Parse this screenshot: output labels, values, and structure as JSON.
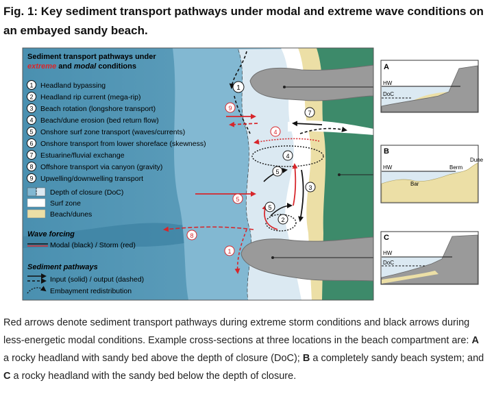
{
  "title": "Fig. 1: Key sediment transport pathways under modal and extreme wave conditions on an embayed sandy beach.",
  "legend": {
    "heading_line1": "Sediment transport pathways under",
    "heading_extreme": "extreme",
    "heading_and": " and ",
    "heading_modal": "modal",
    "heading_conditions": " conditions",
    "items": [
      {
        "num": "1",
        "label": "Headland bypassing"
      },
      {
        "num": "2",
        "label": "Headland rip current (mega-rip)"
      },
      {
        "num": "3",
        "label": "Beach rotation (longshore transport)"
      },
      {
        "num": "4",
        "label": "Beach/dune erosion (bed return flow)"
      },
      {
        "num": "5",
        "label": "Onshore surf zone transport (waves/currents)"
      },
      {
        "num": "6",
        "label": "Onshore transport from lower shoreface (skewness)"
      },
      {
        "num": "7",
        "label": "Estuarine/fluvial exchange"
      },
      {
        "num": "8",
        "label": "Offshore transport via canyon (gravity)"
      },
      {
        "num": "9",
        "label": "Upwelling/downwelling transport"
      }
    ],
    "doc_label": "Depth of closure (DoC)",
    "surf_label": "Surf zone",
    "beach_label": "Beach/dunes",
    "wave_heading": "Wave forcing",
    "wave_label": "Modal (black) / Storm (red)",
    "pathway_heading": "Sediment pathways",
    "pathway_io_label": "Input (solid) / output (dashed)",
    "pathway_embay_label": "Embayment redistribution"
  },
  "map_labels": {
    "circle_1_top": "1",
    "circle_9": "9",
    "circle_7": "7",
    "circle_4_red": "4",
    "circle_4_black": "4",
    "circle_5_upper": "5",
    "circle_3": "3",
    "circle_5_red": "5",
    "circle_5_lower": "5",
    "circle_2": "2",
    "circle_8": "8",
    "circle_1_bottom": "1"
  },
  "sections": {
    "a": {
      "letter": "A",
      "hw": "HW",
      "doc": "DoC"
    },
    "b": {
      "letter": "B",
      "hw": "HW",
      "berm": "Berm",
      "dune": "Dune",
      "bar": "Bar"
    },
    "c": {
      "letter": "C",
      "hw": "HW",
      "doc": "DoC"
    }
  },
  "caption": {
    "p1": "Red arrows denote sediment transport pathways during extreme storm conditions and black arrows during less-energetic modal conditions. Example cross-sections at three locations in the beach compartment are: ",
    "a_letter": "A",
    "p2": " a rocky headland with sandy bed above the depth of closure (DoC); ",
    "b_letter": "B",
    "p3": " a completely sandy beach system; and ",
    "c_letter": "C",
    "p4": " a rocky headland with the sandy bed below the depth of closure."
  },
  "colors": {
    "red": "#d7262b",
    "offshore": "#4f98b8",
    "shoreface": "#82b8d2",
    "surf": "#dbe9f2",
    "sand": "#ecdfa6",
    "land": "#3d8a6a",
    "rock": "#9a9a9a"
  }
}
